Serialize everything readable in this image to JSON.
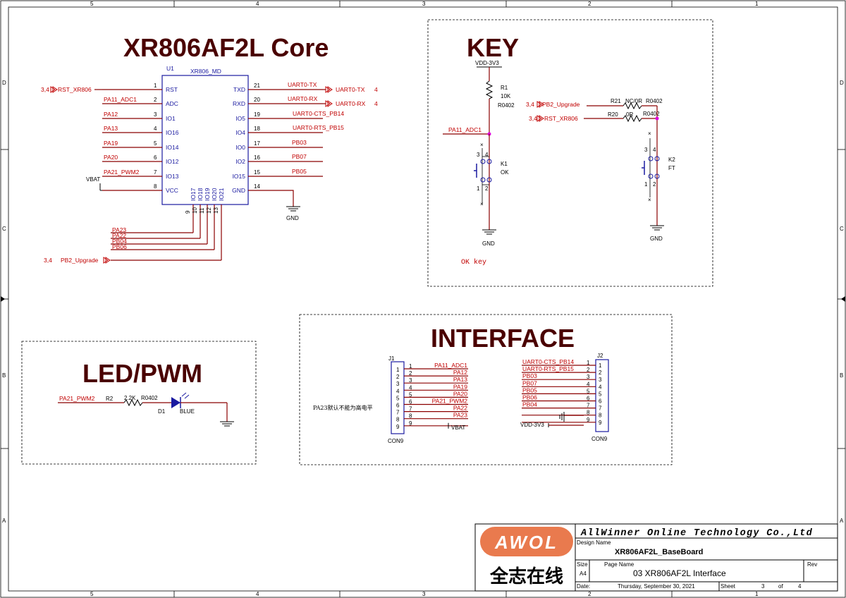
{
  "border": {
    "columns": [
      "5",
      "4",
      "3",
      "2",
      "1"
    ],
    "rows": [
      "D",
      "C",
      "B",
      "A"
    ]
  },
  "core": {
    "title": "XR806AF2L Core",
    "ref": "U1",
    "part": "XR806_MD",
    "left_pins": [
      {
        "num": "1",
        "name": "RST",
        "net": "RST_XR806",
        "port_ref": "3,4"
      },
      {
        "num": "2",
        "name": "ADC",
        "net": "PA11_ADC1"
      },
      {
        "num": "3",
        "name": "IO1",
        "net": "PA12"
      },
      {
        "num": "4",
        "name": "IO16",
        "net": "PA13"
      },
      {
        "num": "5",
        "name": "IO14",
        "net": "PA19"
      },
      {
        "num": "6",
        "name": "IO12",
        "net": "PA20"
      },
      {
        "num": "7",
        "name": "IO13",
        "net": "PA21_PWM2"
      },
      {
        "num": "8",
        "name": "VCC",
        "net": "VBAT"
      }
    ],
    "right_pins": [
      {
        "num": "21",
        "name": "TXD",
        "net": "UART0-TX",
        "port": "UART0-TX",
        "port_ref": "4"
      },
      {
        "num": "20",
        "name": "RXD",
        "net": "UART0-RX",
        "port": "UART0-RX",
        "port_ref": "4"
      },
      {
        "num": "19",
        "name": "IO5",
        "net": "UART0-CTS_PB14"
      },
      {
        "num": "18",
        "name": "IO4",
        "net": "UART0-RTS_PB15"
      },
      {
        "num": "17",
        "name": "IO0",
        "net": "PB03"
      },
      {
        "num": "16",
        "name": "IO2",
        "net": "PB07"
      },
      {
        "num": "15",
        "name": "IO15",
        "net": "PB05"
      },
      {
        "num": "14",
        "name": "GND",
        "net": ""
      }
    ],
    "bottom_pins": [
      {
        "num": "9",
        "name": "IO17",
        "net": "PA23"
      },
      {
        "num": "10",
        "name": "IO18",
        "net": "PA22"
      },
      {
        "num": "11",
        "name": "IO19",
        "net": "PB04"
      },
      {
        "num": "12",
        "name": "IO20",
        "net": "PB06"
      },
      {
        "num": "13",
        "name": "IO21",
        "net": "PB2_Upgrade",
        "port_ref": "3,4"
      }
    ],
    "gnd": "GND"
  },
  "key": {
    "title": "KEY",
    "vdd": "VDD-3V3",
    "r1": {
      "ref": "R1",
      "value": "10K",
      "pkg": "R0402"
    },
    "net_adc": "PA11_ADC1",
    "k1": {
      "ref": "K1",
      "label": "OK",
      "pins": [
        "3",
        "4",
        "1",
        "2"
      ]
    },
    "gnd1": "GND",
    "note": "OK key",
    "r21": {
      "ref": "R21",
      "value": "NC/0R",
      "pkg": "R0402",
      "net": "PB2_Upgrade",
      "port_ref": "3,4"
    },
    "r20": {
      "ref": "R20",
      "value": "0R",
      "pkg": "R0402",
      "net": "RST_XR806",
      "port_ref": "3,4"
    },
    "k2": {
      "ref": "K2",
      "label": "FT",
      "pins": [
        "3",
        "4",
        "1",
        "2"
      ]
    },
    "gnd2": "GND"
  },
  "led": {
    "title": "LED/PWM",
    "net": "PA21_PWM2",
    "r2": {
      "ref": "R2",
      "value": "2.2K",
      "pkg": "R0402"
    },
    "d1": {
      "ref": "D1",
      "color": "BLUE"
    }
  },
  "interface": {
    "title": "INTERFACE",
    "note": "PA23默认不能为高电平",
    "j1": {
      "ref": "J1",
      "part": "CON9",
      "pins": [
        "1",
        "2",
        "3",
        "4",
        "5",
        "6",
        "7",
        "8",
        "9"
      ],
      "nets": [
        "PA11_ADC1",
        "PA12",
        "PA13",
        "PA19",
        "PA20",
        "PA21_PWM2",
        "PA22",
        "PA23",
        "VBAT"
      ]
    },
    "j2": {
      "ref": "J2",
      "part": "CON9",
      "pins": [
        "1",
        "2",
        "3",
        "4",
        "5",
        "6",
        "7",
        "8",
        "9"
      ],
      "nets": [
        "UART0-CTS_PB14",
        "UART0-RTS_PB15",
        "PB03",
        "PB07",
        "PB05",
        "PB06",
        "PB04",
        "",
        ""
      ],
      "vdd": "VDD-3V3"
    }
  },
  "title_block": {
    "logo_text": "AWOL",
    "logo_cn": "全志在线",
    "company": "AllWinner Online Technology Co.,Ltd",
    "design_name_label": "Design Name",
    "design_name": "XR806AF2L_BaseBoard",
    "size_label": "Size",
    "size": "A4",
    "page_name_label": "Page Name",
    "page_name": "03 XR806AF2L Interface",
    "rev_label": "Rev",
    "date_label": "Date:",
    "date": "Thursday, September 30, 2021",
    "sheet_label": "Sheet",
    "sheet": "3",
    "of_label": "of",
    "sheets": "4"
  },
  "colors": {
    "net": "#c00000",
    "wire": "#8b0000",
    "symbol": "#1a1aa0",
    "title": "#4a0000",
    "junction": "#e000e0"
  }
}
